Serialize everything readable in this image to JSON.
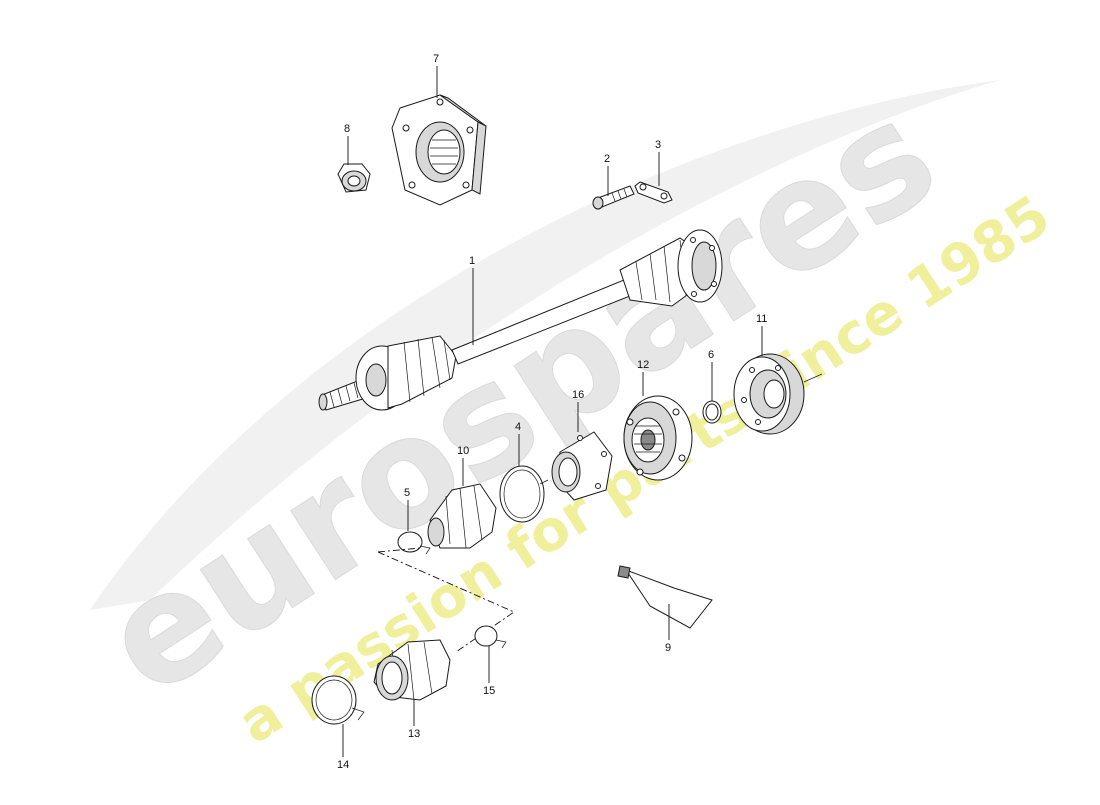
{
  "watermark": {
    "brand": "eurospares",
    "tagline": "a passion for parts since 1985",
    "brand_color": "#e4e4e4",
    "tagline_color": "#eeee9a"
  },
  "callouts": [
    {
      "id": "1",
      "part": "drive-shaft"
    },
    {
      "id": "2",
      "part": "bolt"
    },
    {
      "id": "3",
      "part": "lock-plate"
    },
    {
      "id": "4",
      "part": "circlip"
    },
    {
      "id": "5",
      "part": "hose-clamp-small"
    },
    {
      "id": "6",
      "part": "snap-ring"
    },
    {
      "id": "7",
      "part": "flange"
    },
    {
      "id": "8",
      "part": "nut"
    },
    {
      "id": "9",
      "part": "grease-tube"
    },
    {
      "id": "10",
      "part": "boot"
    },
    {
      "id": "11",
      "part": "cover-cap"
    },
    {
      "id": "12",
      "part": "cv-joint"
    },
    {
      "id": "13",
      "part": "boot-outer"
    },
    {
      "id": "14",
      "part": "hose-clamp-large"
    },
    {
      "id": "15",
      "part": "hose-clamp-small-outer"
    },
    {
      "id": "16",
      "part": "dust-cover"
    }
  ]
}
